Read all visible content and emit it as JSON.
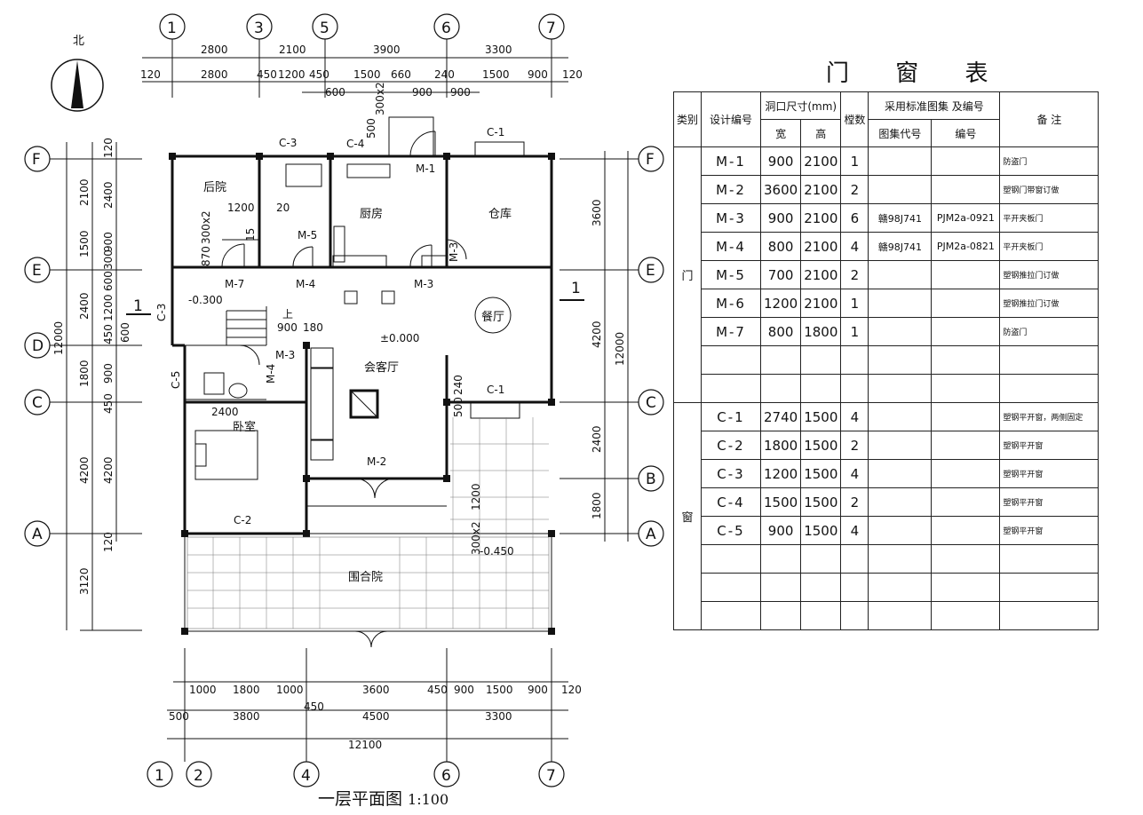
{
  "north_label": "北",
  "plan_title": "一层平面图",
  "plan_scale": "1:100",
  "axes": {
    "top": [
      "1",
      "3",
      "5",
      "6",
      "7"
    ],
    "bottom": [
      "1",
      "2",
      "4",
      "6",
      "7"
    ],
    "left": [
      "F",
      "E",
      "D",
      "C",
      "A"
    ],
    "right": [
      "F",
      "E",
      "C",
      "B",
      "A"
    ]
  },
  "dimensions": {
    "top_row1": [
      "2800",
      "2100",
      "3900",
      "3300"
    ],
    "top_row2": [
      "120",
      "2800",
      "450",
      "1200",
      "450",
      "1500",
      "660",
      "240",
      "1500",
      "900",
      "120"
    ],
    "top_row3": [
      "600",
      "900",
      "900"
    ],
    "bottom_row1": [
      "1000",
      "1800",
      "1000",
      "3600",
      "450",
      "900",
      "1500",
      "900",
      "120"
    ],
    "bottom_row2": [
      "500",
      "3800",
      "450",
      "4500",
      "3300"
    ],
    "bottom_total": "12100",
    "left_outer": [
      "12000",
      "3120"
    ],
    "left_mid": [
      "2100",
      "1500",
      "2400",
      "1800",
      "4200"
    ],
    "left_inner": [
      "120",
      "2400",
      "900",
      "300",
      "600",
      "1200",
      "450",
      "600",
      "900",
      "450",
      "4200",
      "120"
    ],
    "right_dims": [
      "3600",
      "4200",
      "2400",
      "1800"
    ],
    "right_total": "12000",
    "interior": [
      "1200",
      "20",
      "870",
      "300x2",
      "15",
      "500",
      "300x2",
      "900",
      "180",
      "2400",
      "500",
      "240",
      "300x2",
      "1200"
    ]
  },
  "rooms": {
    "backyard": "后院",
    "kitchen": "厨房",
    "storage": "仓库",
    "living": "会客厅",
    "dining": "餐厅",
    "bedroom": "卧室",
    "courtyard": "围合院"
  },
  "levels": {
    "living": "±0.000",
    "stair": "-0.300",
    "court": "-0.450"
  },
  "stair_label": "上",
  "section_marks": [
    "1",
    "1"
  ],
  "tags": {
    "C3_top": "C-3",
    "C4": "C-4",
    "C1_top": "C-1",
    "M1": "M-1",
    "M5": "M-5",
    "M3_storage": "M-3",
    "M7": "M-7",
    "M4_hall": "M-4",
    "M3_hall": "M-3",
    "C3_left": "C-3",
    "M3_wc": "M-3",
    "M4_wc": "M-4",
    "C5": "C-5",
    "C1_mid": "C-1",
    "M2": "M-2",
    "C2": "C-2"
  },
  "table": {
    "title": "门 窗 表",
    "header": {
      "category": "类别",
      "design_no": "设计编号",
      "opening": "洞口尺寸(mm)",
      "width": "宽",
      "height": "高",
      "qty": "樘数",
      "standard": "采用标准图集 及编号",
      "atlas_code": "图集代号",
      "number": "编号",
      "remarks": "备 注"
    },
    "door_label": "门",
    "window_label": "窗",
    "doors": [
      {
        "code": "M-1",
        "w": "900",
        "h": "2100",
        "qty": "1",
        "atlas": "",
        "no": "",
        "note": "防盗门"
      },
      {
        "code": "M-2",
        "w": "3600",
        "h": "2100",
        "qty": "2",
        "atlas": "",
        "no": "",
        "note": "塑钢门带窗订做"
      },
      {
        "code": "M-3",
        "w": "900",
        "h": "2100",
        "qty": "6",
        "atlas": "赣98J741",
        "no": "PJM2a-0921",
        "note": "平开夹板门"
      },
      {
        "code": "M-4",
        "w": "800",
        "h": "2100",
        "qty": "4",
        "atlas": "赣98J741",
        "no": "PJM2a-0821",
        "note": "平开夹板门"
      },
      {
        "code": "M-5",
        "w": "700",
        "h": "2100",
        "qty": "2",
        "atlas": "",
        "no": "",
        "note": "塑钢推拉门订做"
      },
      {
        "code": "M-6",
        "w": "1200",
        "h": "2100",
        "qty": "1",
        "atlas": "",
        "no": "",
        "note": "塑钢推拉门订做"
      },
      {
        "code": "M-7",
        "w": "800",
        "h": "1800",
        "qty": "1",
        "atlas": "",
        "no": "",
        "note": "防盗门"
      }
    ],
    "windows": [
      {
        "code": "C-1",
        "w": "2740",
        "h": "1500",
        "qty": "4",
        "note": "塑钢平开窗，两侧固定"
      },
      {
        "code": "C-2",
        "w": "1800",
        "h": "1500",
        "qty": "2",
        "note": "塑钢平开窗"
      },
      {
        "code": "C-3",
        "w": "1200",
        "h": "1500",
        "qty": "4",
        "note": "塑钢平开窗"
      },
      {
        "code": "C-4",
        "w": "1500",
        "h": "1500",
        "qty": "2",
        "note": "塑钢平开窗"
      },
      {
        "code": "C-5",
        "w": "900",
        "h": "1500",
        "qty": "4",
        "note": "塑钢平开窗"
      }
    ]
  }
}
